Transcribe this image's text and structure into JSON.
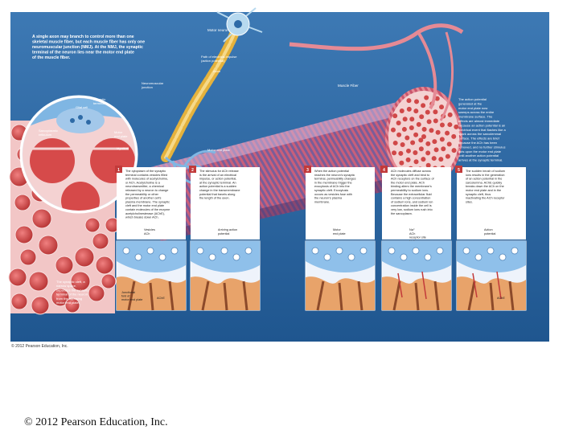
{
  "intro_text": [
    "A single axon may branch to control more than one",
    "skeletal muscle fiber, but each muscle fiber has only one",
    "neuromuscular junction (NMJ). At the NMJ, the synaptic",
    "terminal of the neuron lies near the motor end plate",
    "of the muscle fiber."
  ],
  "labels": {
    "motor_neuron": "Motor neuron",
    "path_action_potential": [
      "Path of electrical impulse",
      "(action potential)"
    ],
    "axon": "Axon",
    "muscle_fiber": "Muscle Fiber",
    "neuromuscular_junction": [
      "Neuromuscular",
      "junction"
    ],
    "synaptic_terminal": [
      "Synaptic",
      "terminal"
    ],
    "glial_cell": "Glial cell",
    "sarcoplasmic_reticulum": [
      "Sarcoplasmic",
      "reticulum"
    ],
    "motor_end_plate": [
      "Motor",
      "end plate"
    ],
    "myofibril": "Myofibril",
    "motor_end_plate_2": "Motor end plate",
    "synaptic_cleft_caption": [
      "The synaptic cleft, a",
      "narrow space,",
      "separates the synaptic",
      "terminal of the neuron",
      "from the opposing",
      "motor end plate."
    ],
    "right_text": [
      "The action potential",
      "generated at the",
      "motor end plate now",
      "sweeps across the entire",
      "membrane surface. The",
      "effects are almost immediate",
      "because an action potential is an",
      "electrical event that flashes like a",
      "spark across the sarcolemmal",
      "surface. The effects are brief",
      "because the ACh has been",
      "removed, and no further stimulus",
      "acts upon the motor end plate",
      "until another action potential",
      "arrives at the synaptic terminal."
    ]
  },
  "steps": [
    {
      "number": "1",
      "text": [
        "The cytoplasm of the synaptic",
        "terminal contains vesicles filled",
        "with molecules of acetylcholine,",
        "or ACh. Acetylcholine is a",
        "neurotransmitter, a chemical",
        "released by a neuron to change",
        "the permeability or other",
        "properties of another cell's",
        "plasma membrane. The synaptic",
        "cleft and the motor end plate",
        "contain molecules of the enzyme",
        "acetylcholinesterase (AChE),",
        "which breaks down ACh."
      ],
      "callouts": [
        "Vesicles",
        "ACh"
      ],
      "bottom": [
        "Junctional",
        "fold of",
        "motor end plate"
      ],
      "bottom2": "AChE"
    },
    {
      "number": "2",
      "text": [
        "The stimulus for ACh release",
        "is the arrival of an electrical",
        "impulse, or action potential,",
        "at the synaptic terminal. An",
        "action potential is a sudden",
        "change in the transmembrane",
        "potential that travels along",
        "the length of the axon."
      ],
      "callouts": [
        "Arriving action",
        "potential"
      ]
    },
    {
      "number": "3",
      "text": [
        "When the action potential",
        "reaches the neuron's synaptic",
        "terminal, permeability changes",
        "in the membrane trigger the",
        "exocytosis of ACh into the",
        "synaptic cleft. Exocytosis",
        "occurs as vesicles fuse with",
        "the neuron's plasma",
        "membrane."
      ],
      "callouts": [
        "Motor",
        "end plate"
      ]
    },
    {
      "number": "4",
      "text": [
        "ACh molecules diffuse across",
        "the synaptic cleft and bind to",
        "ACh receptors on the surface of",
        "the motor end plate. ACh",
        "binding alters the membrane's",
        "permeability to sodium ions.",
        "Because the extracellular fluid",
        "contains a high concentration",
        "of sodium ions, and sodium ion",
        "concentration inside the cell is",
        "very low, sodium ions rush into",
        "the sarcoplasm."
      ],
      "callouts": [
        "Na⁺",
        "ACh",
        "receptor site",
        "Na⁺"
      ]
    },
    {
      "number": "5",
      "text": [
        "The sudden inrush of sodium",
        "ions results in the generation",
        "of an action potential in the",
        "sarcolemma. AChE quickly",
        "breaks down the ACh on the",
        "motor end plate and in the",
        "synaptic cleft, thus",
        "inactivating the ACh receptor",
        "sites."
      ],
      "callouts": [
        "Action",
        "potential"
      ],
      "bottom2": "AChE"
    }
  ],
  "copyright_inside": "© 2012 Pearson Education, Inc.",
  "footer": "© 2012 Pearson Education, Inc.",
  "colors": {
    "background_blue": "#2e6aa6",
    "muscle_red": "#c23a3a",
    "fiber_purple": "#8e6aa8",
    "axon_yellow": "#e5b23c"
  }
}
